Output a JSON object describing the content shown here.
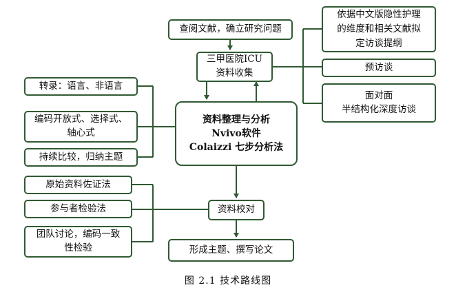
{
  "boxes": {
    "lit_review": "查阅文献，确立研究问题",
    "data_collect": [
      "三甲医院ICU",
      "资料收集"
    ],
    "outline_design": [
      "依据中文版隐性护理",
      "的维度和相关文献拟",
      "定访谈提纲"
    ],
    "pre_interview": "预访谈",
    "interview": [
      "面对面",
      "半结构化深度访谈"
    ],
    "transcribe": "转录：语言、非语言",
    "coding": [
      "编码开放式、选择式、",
      "轴心式"
    ],
    "compare": "持续比较，归纳主题",
    "analysis": [
      "资料整理与分析",
      "Nvivo软件",
      "Colaizzi 七步分析法"
    ],
    "original_data": "原始资料佐证法",
    "participant_check": "参与者检验法",
    "team_discussion": [
      "团队讨论，编码一致",
      "性检验"
    ],
    "proofread": "资料校对",
    "write_up": "形成主题、撰写论文"
  },
  "caption": "图 2.1   技术路线图",
  "colors": {
    "border": "#2f5a33",
    "arrow": "#2f5a33"
  }
}
